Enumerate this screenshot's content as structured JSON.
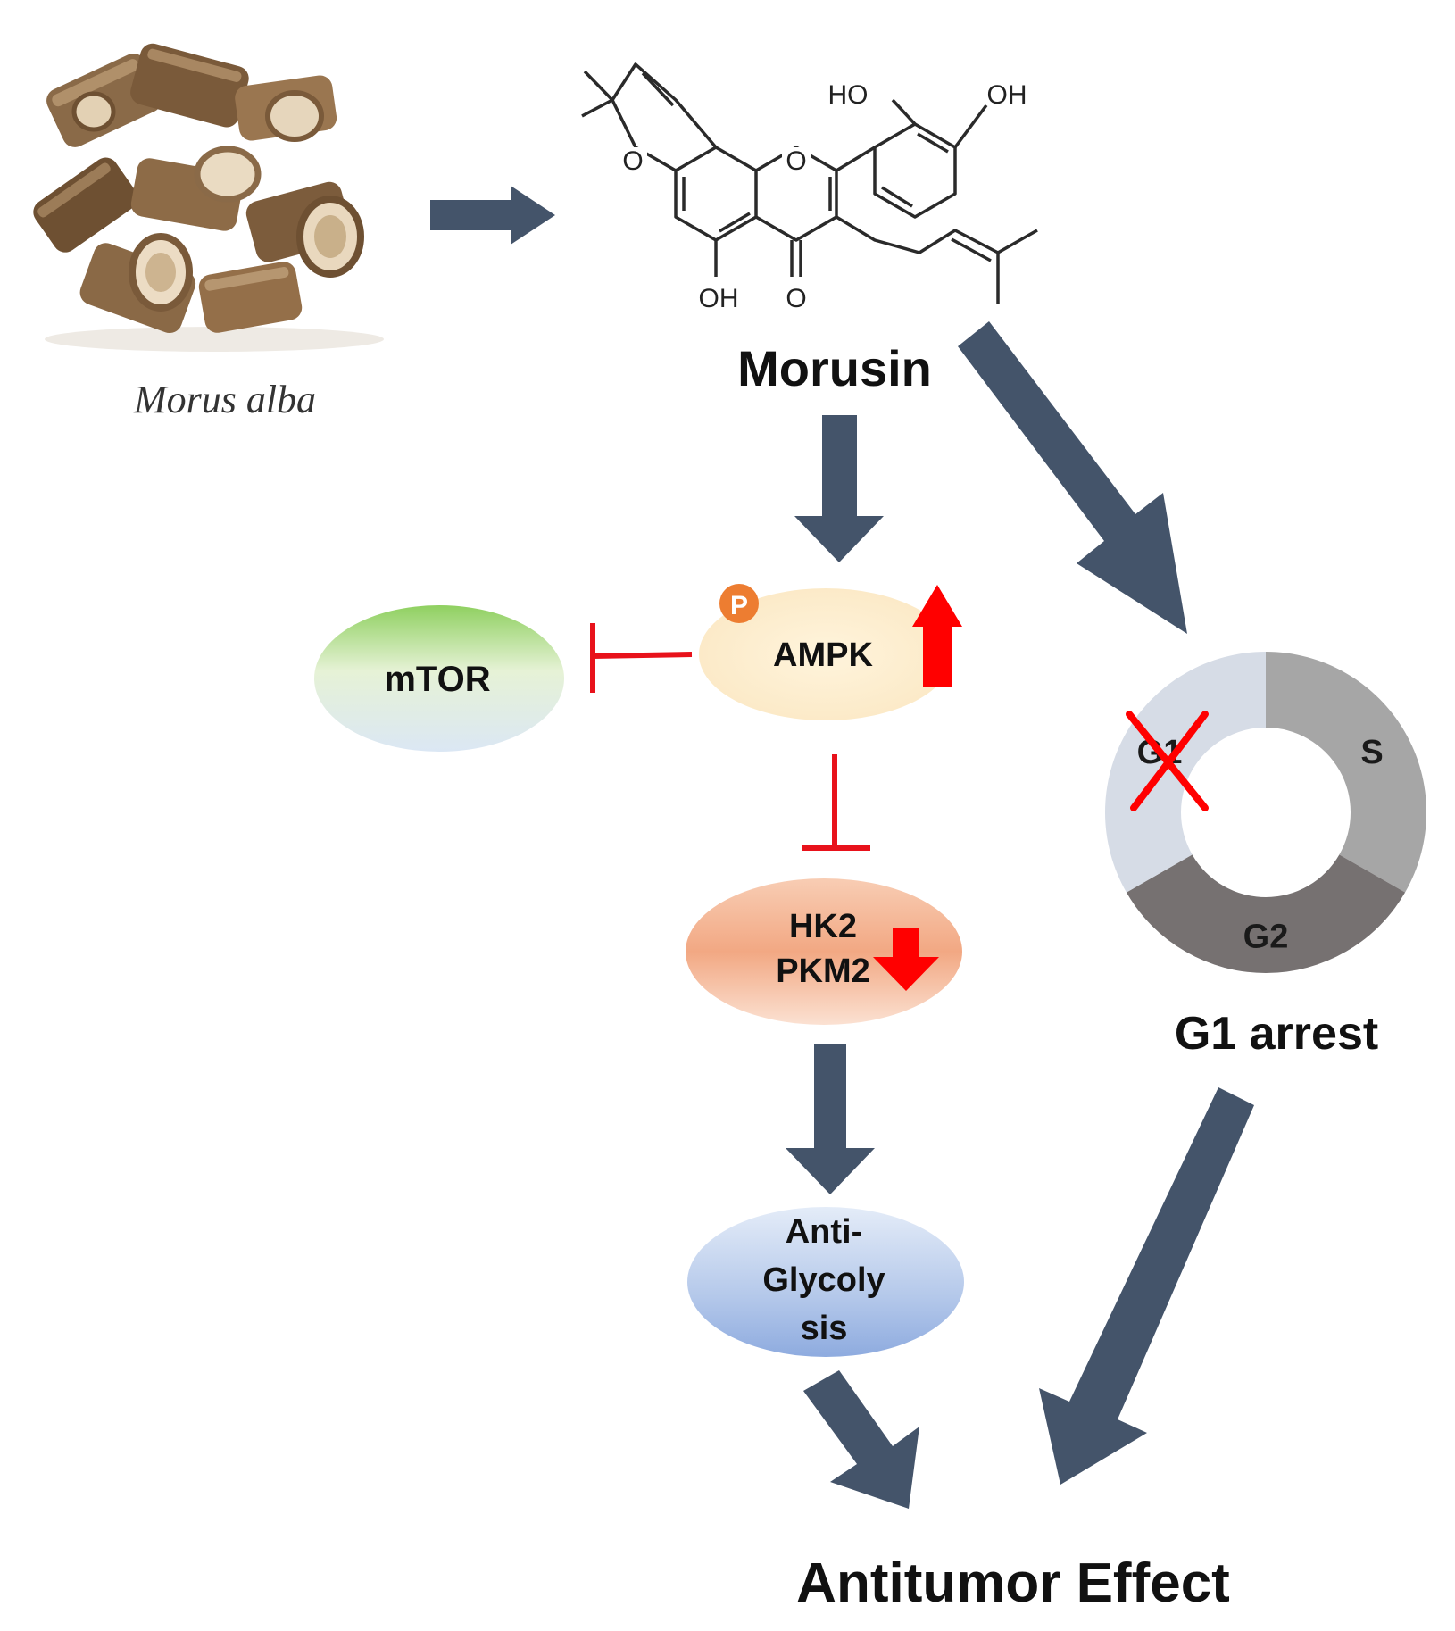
{
  "diagram": {
    "plant": {
      "species_name": "Morus alba",
      "image_icon": "root-bark-pieces-icon"
    },
    "compound": {
      "name": "Morusin",
      "structure_labels": [
        "HO",
        "OH",
        "O",
        "O",
        "OH",
        "O"
      ]
    },
    "nodes": {
      "ampk": {
        "label": "AMPK",
        "phospho_badge": "P",
        "change": "up"
      },
      "mtor": {
        "label": "mTOR"
      },
      "hk2_pkm2": {
        "line1": "HK2",
        "line2": "PKM2",
        "change": "down"
      },
      "anti_glycolysis": {
        "line1": "Anti-",
        "line2": "Glycoly",
        "line3": "sis"
      }
    },
    "cell_cycle": {
      "caption": "G1 arrest",
      "phases": [
        {
          "label": "G1",
          "fraction": 0.333,
          "color": "#d6dce6",
          "blocked": true
        },
        {
          "label": "S",
          "fraction": 0.333,
          "color": "#a6a6a6",
          "blocked": false
        },
        {
          "label": "G2",
          "fraction": 0.334,
          "color": "#767171",
          "blocked": false
        }
      ]
    },
    "outcome": {
      "label": "Antitumor Effect"
    },
    "colors": {
      "arrow": "#44546a",
      "inhibition": "#e8121b",
      "up_arrow": "#ff0000",
      "phospho": "#ed7d31"
    }
  }
}
